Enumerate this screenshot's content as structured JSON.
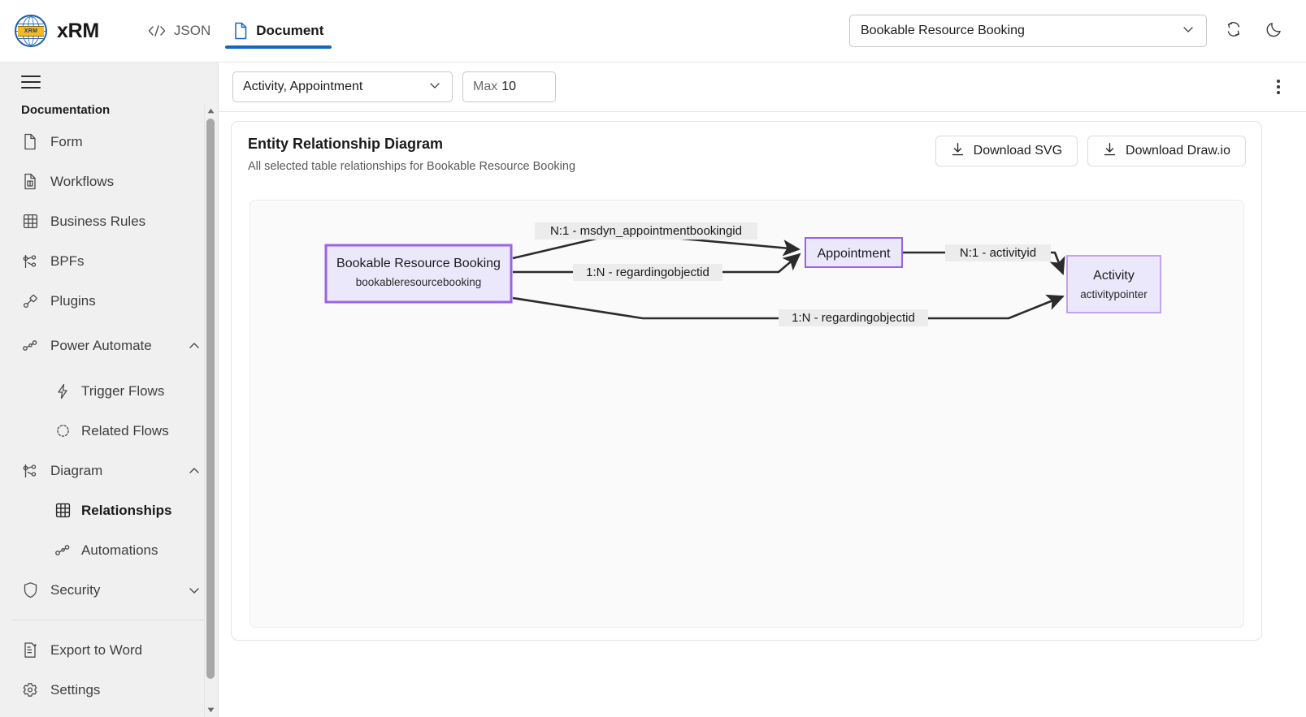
{
  "header": {
    "logo_icon": "globe-icon",
    "logo_band_text": "XRM",
    "brand": "xRM",
    "tabs": [
      {
        "id": "json",
        "label": "JSON",
        "icon": "code-icon",
        "active": false
      },
      {
        "id": "document",
        "label": "Document",
        "icon": "document-icon",
        "active": true
      }
    ],
    "entity_select": {
      "value": "Bookable Resource Booking",
      "chevron_icon": "chevron-down-icon"
    },
    "refresh_icon": "refresh-icon",
    "theme_icon": "moon-icon",
    "accent_color": "#1268bf"
  },
  "sidebar": {
    "menu_icon": "hamburger-icon",
    "section_title": "Documentation",
    "items": [
      {
        "label": "Form",
        "icon": "file-icon",
        "level": 0,
        "active": false
      },
      {
        "label": "Workflows",
        "icon": "workflow-doc-icon",
        "level": 0,
        "active": false
      },
      {
        "label": "Business Rules",
        "icon": "grid-icon",
        "level": 0,
        "active": false
      },
      {
        "label": "BPFs",
        "icon": "branch-icon",
        "level": 0,
        "active": false
      },
      {
        "label": "Plugins",
        "icon": "plug-icon",
        "level": 0,
        "active": false
      },
      {
        "label": "Power Automate",
        "icon": "nodes-icon",
        "level": 0,
        "active": false,
        "caret": "chevron-up-icon"
      },
      {
        "label": "Trigger Flows",
        "icon": "lightning-icon",
        "level": 1,
        "active": false
      },
      {
        "label": "Related Flows",
        "icon": "refresh-dashed-icon",
        "level": 1,
        "active": false
      },
      {
        "label": "Diagram",
        "icon": "branch-icon",
        "level": 0,
        "active": false,
        "caret": "chevron-up-icon"
      },
      {
        "label": "Relationships",
        "icon": "grid-icon",
        "level": 1,
        "active": true
      },
      {
        "label": "Automations",
        "icon": "nodes-icon",
        "level": 1,
        "active": false
      },
      {
        "label": "Security",
        "icon": "shield-icon",
        "level": 0,
        "active": false,
        "caret": "chevron-down-icon"
      }
    ],
    "footer_items": [
      {
        "label": "Export to Word",
        "icon": "export-word-icon"
      },
      {
        "label": "Settings",
        "icon": "gear-icon"
      }
    ],
    "scroll_up_icon": "scroll-up-arrow",
    "scroll_down_icon": "scroll-down-arrow"
  },
  "toolbar": {
    "table_filter": {
      "value": "Activity, Appointment",
      "chevron_icon": "chevron-down-icon"
    },
    "max_input": {
      "prefix": "Max",
      "value": "10"
    },
    "overflow_icon": "kebab-menu-icon"
  },
  "card": {
    "title": "Entity Relationship Diagram",
    "subtitle": "All selected table relationships for Bookable Resource Booking",
    "buttons": [
      {
        "label": "Download SVG",
        "icon": "download-icon"
      },
      {
        "label": "Download Draw.io",
        "icon": "download-icon"
      }
    ]
  },
  "diagram": {
    "type": "entity-relationship",
    "node_fill": "#ece8fc",
    "node_stroke_primary": "#9a63e8",
    "node_stroke_secondary": "#c2a3ef",
    "edge_color": "#2b2b2b",
    "label_bg": "#ececec",
    "nodes": [
      {
        "id": "brb",
        "title": "Bookable Resource Booking",
        "subtitle": "bookableresourcebooking",
        "primary": true
      },
      {
        "id": "appointment",
        "title": "Appointment",
        "subtitle": "",
        "primary": false
      },
      {
        "id": "activity",
        "title": "Activity",
        "subtitle": "activitypointer",
        "primary": false
      }
    ],
    "edges": [
      {
        "from": "brb",
        "to": "appointment",
        "label": "N:1 - msdyn_appointmentbookingid"
      },
      {
        "from": "brb",
        "to": "appointment",
        "label": "1:N - regardingobjectid"
      },
      {
        "from": "appointment",
        "to": "activity",
        "label": "N:1 - activityid"
      },
      {
        "from": "brb",
        "to": "activity",
        "label": "1:N - regardingobjectid"
      }
    ]
  }
}
